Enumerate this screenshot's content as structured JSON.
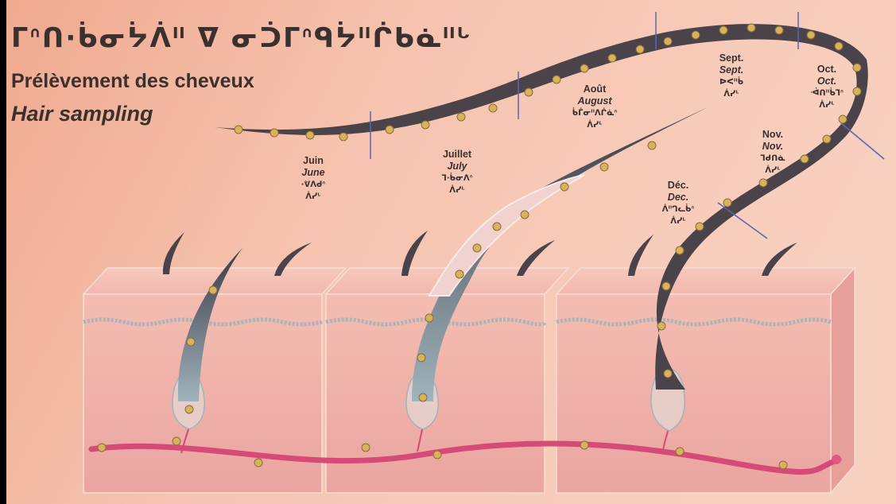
{
  "title": {
    "syllabics": "ᒥᐢᑎ·ᑳᓂᔮᐲᐦ ᐁ ᓂᑑᒥᐢᑫᔮᐦᒌᑲᓈᐦᒡ",
    "french": "Prélèvement des cheveux",
    "english": "Hair sampling"
  },
  "months": [
    {
      "fr": "Juin",
      "en": "June",
      "syl1": "·ᕓᐱᑯᐢ",
      "syl2": "ᐲᓯᒻ"
    },
    {
      "fr": "Juillet",
      "en": "July",
      "syl1": "ᒣ·ᑳᓂᐱᐢ",
      "syl2": "ᐲᓯᒻ"
    },
    {
      "fr": "Août",
      "en": "August",
      "syl1": "ᑳᒦᓂᐦᐱᒌᓈᐢ",
      "syl2": "ᐲᓯᒻ"
    },
    {
      "fr": "Sept.",
      "en": "Sept.",
      "syl1": "ᐅᐸᐦᑳ",
      "syl2": "ᐲᓯᒻ"
    },
    {
      "fr": "Oct.",
      "en": "Oct.",
      "syl1": "ᐙᑎᐦᑳᒣᐢ",
      "syl2": "ᐲᓯᒻ"
    },
    {
      "fr": "Nov.",
      "en": "Nov.",
      "syl1": "ᒣᑯᑎᓈ",
      "syl2": "ᐲᓯᒻ"
    },
    {
      "fr": "Déc.",
      "en": "Dec.",
      "syl1": "ᐲᐦᒉᓚᑳᐢ",
      "syl2": "ᐲᓯᒻ"
    }
  ],
  "colors": {
    "background": "#f4c3b1",
    "hair": "#4a4349",
    "skin": "#f0b3a8",
    "vessel": "#d64a78",
    "marker": "#d9b25c"
  }
}
